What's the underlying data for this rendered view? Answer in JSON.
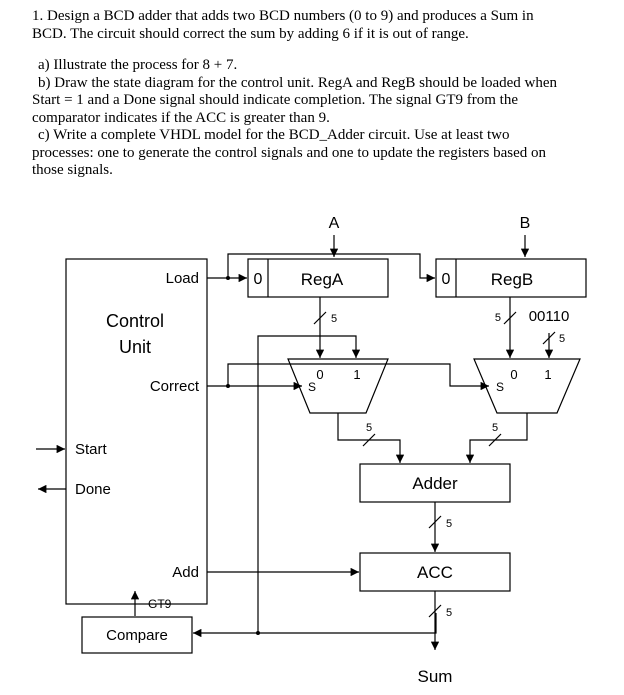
{
  "problem": {
    "statement_line1": "1.  Design a BCD adder that adds two BCD numbers (0 to 9) and produces a Sum in",
    "statement_line2": "BCD.  The circuit should correct the sum by adding 6 if it is out of range.",
    "part_a": "a)  Illustrate the process for 8 + 7.",
    "part_b_line1": "b)  Draw the state diagram for the control unit.  RegA and RegB should be loaded when",
    "part_b_line2": "Start = 1 and a Done signal should indicate completion.  The signal GT9 from the",
    "part_b_line3": "comparator indicates if the ACC is greater than 9.",
    "part_c_line1": "c)  Write a complete VHDL model for the BCD_Adder circuit.  Use at least two",
    "part_c_line2": "processes:  one to generate the control signals and one to update the registers based on",
    "part_c_line3": "those signals."
  },
  "diagram": {
    "input_a": "A",
    "input_b": "B",
    "control_unit_line1": "Control",
    "control_unit_line2": "Unit",
    "load": "Load",
    "correct": "Correct",
    "start": "Start",
    "done": "Done",
    "add": "Add",
    "gt9": "GT9",
    "compare": "Compare",
    "rega": "RegA",
    "regb": "RegB",
    "rega_reset": "0",
    "regb_reset": "0",
    "const_correction": "00110",
    "adder": "Adder",
    "acc": "ACC",
    "sum": "Sum",
    "mux_left_in0": "0",
    "mux_left_in1": "1",
    "mux_left_sel": "S",
    "mux_right_in0": "0",
    "mux_right_in1": "1",
    "mux_right_sel": "S",
    "width_rega_out": "5",
    "width_regb_out": "5",
    "width_const": "5",
    "width_mux_left_out": "5",
    "width_mux_right_out": "5",
    "width_adder_out": "5",
    "width_acc_out": "5"
  }
}
